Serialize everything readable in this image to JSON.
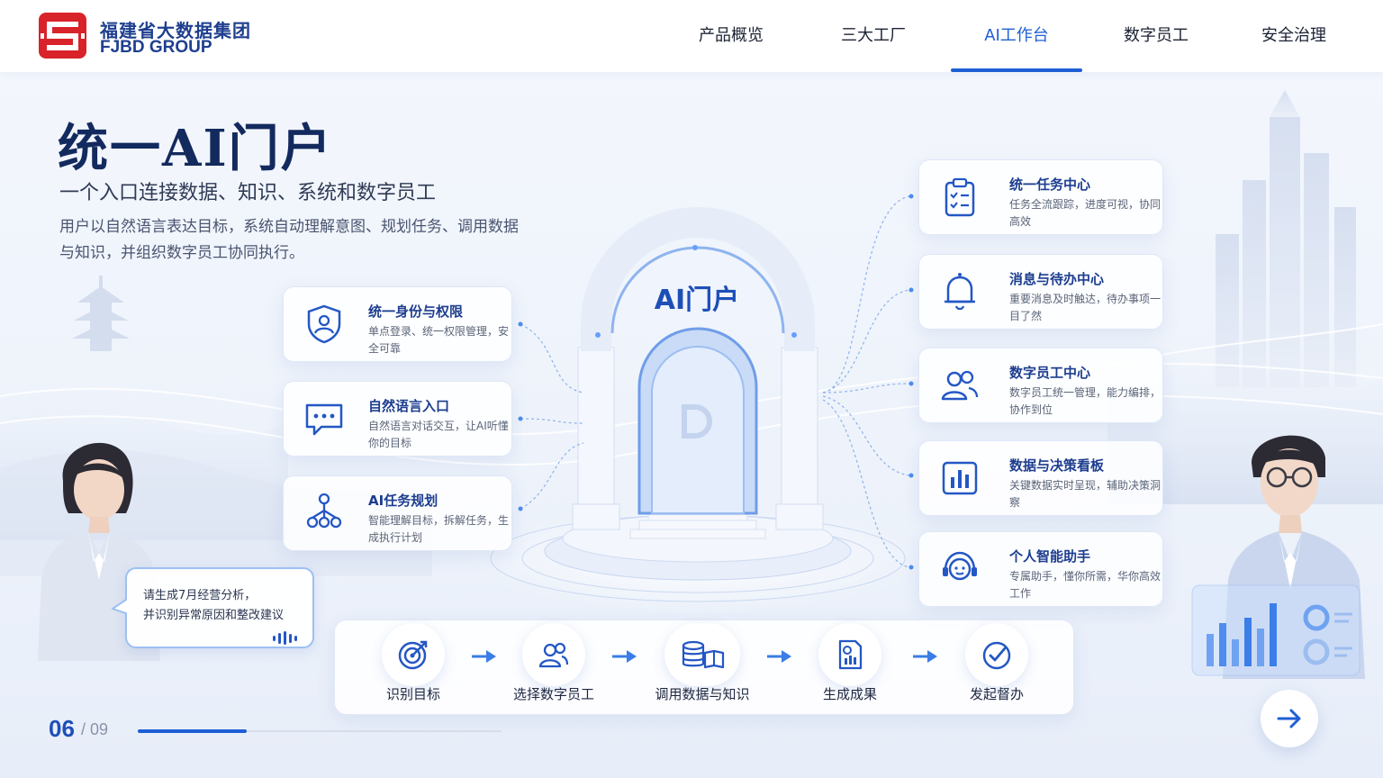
{
  "brand": {
    "name_cn": "福建省大数据集团",
    "name_en": "FJBD GROUP",
    "color": "#d8232a"
  },
  "nav": {
    "items": [
      {
        "label": "产品概览"
      },
      {
        "label": "三大工厂"
      },
      {
        "label": "AI工作台"
      },
      {
        "label": "数字员工"
      },
      {
        "label": "安全治理"
      }
    ],
    "active_index": 2,
    "accent": "#1f5fd6"
  },
  "hero": {
    "title": "统一AI门户",
    "subtitle": "一个入口连接数据、知识、系统和数字员工",
    "desc": "用户以自然语言表达目标，系统自动理解意图、规划任务、调用数据与知识，并组织数字员工协同执行。"
  },
  "portal": {
    "label": "AI门户"
  },
  "left_cards": [
    {
      "title": "统一身份与权限",
      "desc": "单点登录、统一权限管理，安全可靠",
      "icon": "shield-user-icon"
    },
    {
      "title": "自然语言入口",
      "desc": "自然语言对话交互，让AI听懂你的目标",
      "icon": "chat-bubble-icon"
    },
    {
      "title": "AI任务规划",
      "desc": "智能理解目标，拆解任务，生成执行计划",
      "icon": "task-network-icon"
    }
  ],
  "right_cards": [
    {
      "title": "统一任务中心",
      "desc": "任务全流跟踪，进度可视，协同高效",
      "icon": "clipboard-check-icon"
    },
    {
      "title": "消息与待办中心",
      "desc": "重要消息及时触达，待办事项一目了然",
      "icon": "bell-icon"
    },
    {
      "title": "数字员工中心",
      "desc": "数字员工统一管理，能力编排，协作到位",
      "icon": "users-icon"
    },
    {
      "title": "数据与决策看板",
      "desc": "关键数据实时呈现，辅助决策洞察",
      "icon": "bar-chart-icon"
    },
    {
      "title": "个人智能助手",
      "desc": "专属助手，懂你所需，华你高效工作",
      "icon": "headset-icon"
    }
  ],
  "chat": {
    "line1": "请生成7月经营分析，",
    "line2": "并识别异常原因和整改建议",
    "icon": "voice-wave-icon"
  },
  "process": {
    "steps": [
      {
        "label": "识别目标",
        "icon": "target-icon"
      },
      {
        "label": "选择数字员工",
        "icon": "users-icon"
      },
      {
        "label": "调用数据与知识",
        "icon": "database-book-icon"
      },
      {
        "label": "生成成果",
        "icon": "report-icon"
      },
      {
        "label": "发起督办",
        "icon": "check-circle-icon"
      }
    ]
  },
  "pager": {
    "current": "06",
    "total": "/ 09",
    "progress": 0.3
  },
  "next_button": {
    "icon": "arrow-right-icon"
  }
}
